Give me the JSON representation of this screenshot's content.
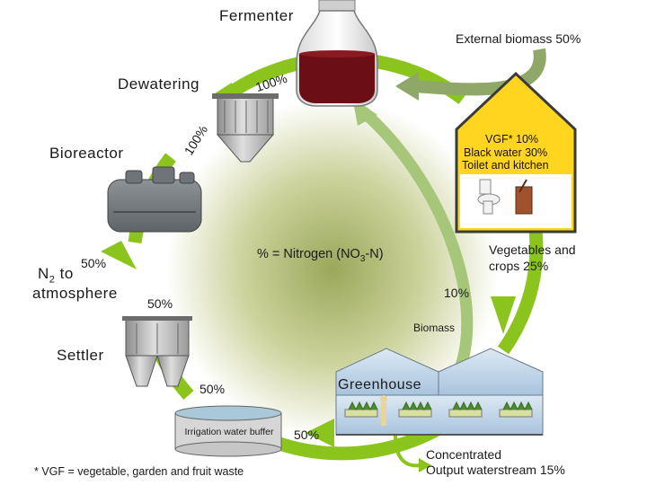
{
  "labels": {
    "fermenter": "Fermenter",
    "external_biomass": "External biomass 50%",
    "dewatering": "Dewatering",
    "bioreactor": "Bioreactor",
    "n2_line1": "N",
    "n2_sub": "2",
    "n2_line1_rest": " to",
    "n2_line2": "atmosphere",
    "settler": "Settler",
    "irrigation": "Irrigation water buffer",
    "greenhouse": "Greenhouse",
    "veg_line1": "Vegetables and",
    "veg_line2": "crops  25%",
    "biomass": "Biomass",
    "concentrated_line1": "Concentrated",
    "concentrated_line2": "Output waterstream 15%",
    "footnote": "* VGF = vegetable, garden and fruit waste",
    "center_prefix": "% = Nitrogen (NO",
    "center_sub": "3",
    "center_suffix": "-N)"
  },
  "house": {
    "line1": "VGF* 10%",
    "line2": "Black water 30%",
    "line3": "Toilet and kitchen"
  },
  "percentages": {
    "p100_top": "100%",
    "p100_left": "100%",
    "p50_n2": "50%",
    "p50_settler_top": "50%",
    "p50_settler_bottom": "50%",
    "p50_bottom": "50%",
    "p10": "10%"
  },
  "colors": {
    "arrow_green": "#8cc41e",
    "arrow_grey_green": "#8fa86a",
    "house_fill": "#ffd51f",
    "fermenter_liquid": "#6b0e16",
    "center_gradient_inner": "#a9b56a"
  }
}
